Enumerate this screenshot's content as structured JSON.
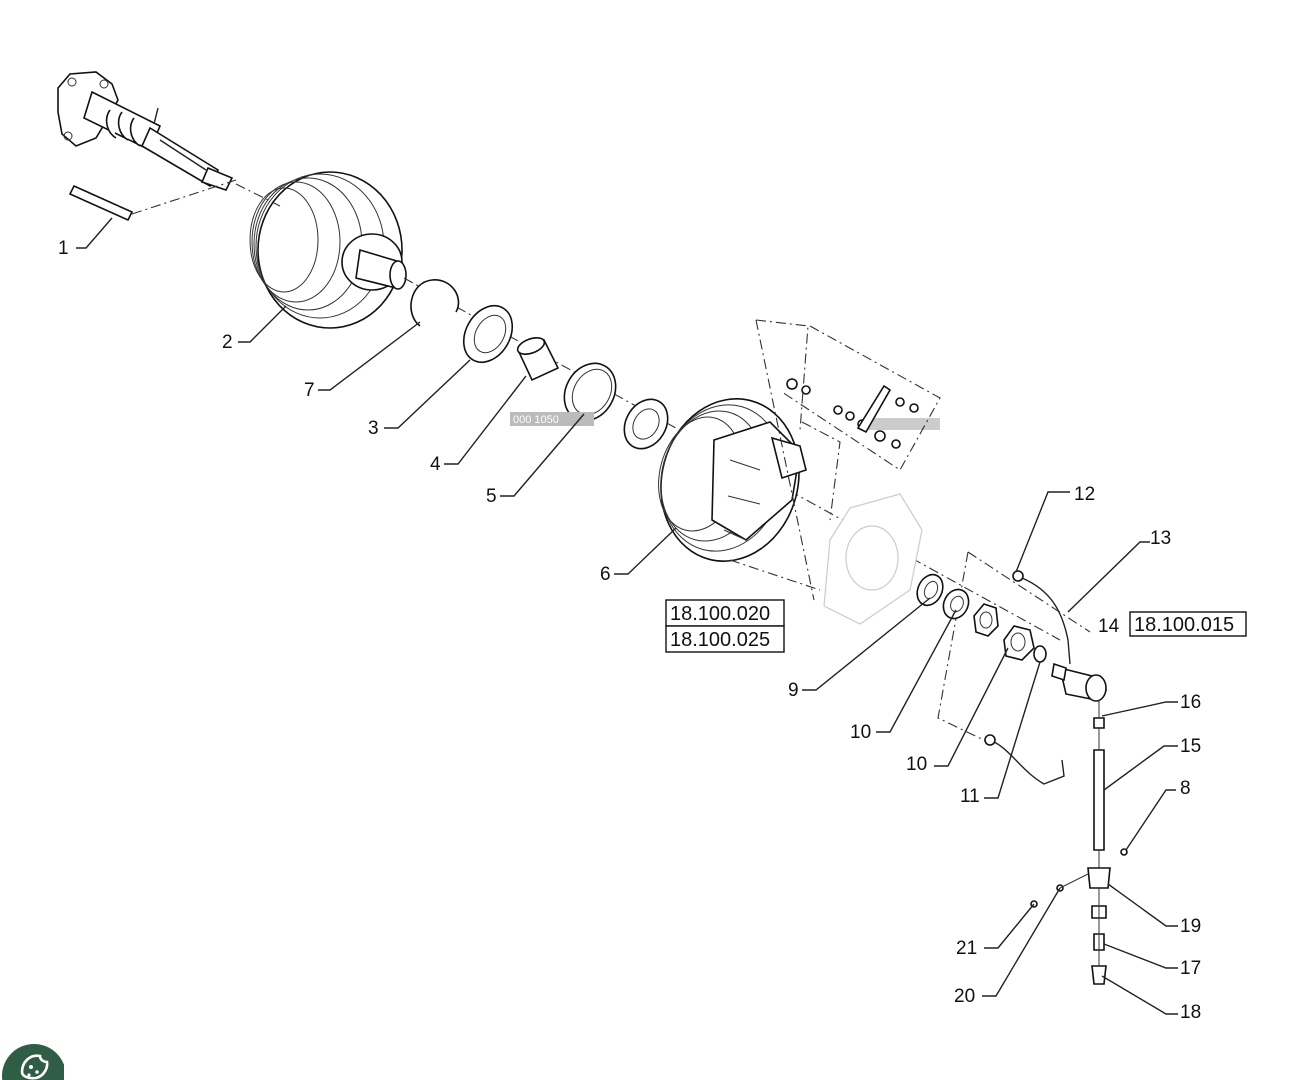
{
  "callouts": {
    "c1": "1",
    "c2": "2",
    "c7": "7",
    "c3": "3",
    "c4": "4",
    "c5": "5",
    "c6": "6",
    "c12": "12",
    "c13": "13",
    "c14": "14",
    "c16": "16",
    "c15": "15",
    "c8": "8",
    "c9": "9",
    "c10a": "10",
    "c10b": "10",
    "c11": "11",
    "c19": "19",
    "c21": "21",
    "c17": "17",
    "c20": "20",
    "c18": "18"
  },
  "refs": {
    "r1": "18.100.020",
    "r2": "18.100.025",
    "r3": "18.100.015"
  },
  "watermark": "000 1050",
  "colors": {
    "line": "#111111",
    "background": "#ffffff",
    "badge": "#2f5d46"
  },
  "icons": {
    "corner_badge": "cookie-icon"
  }
}
